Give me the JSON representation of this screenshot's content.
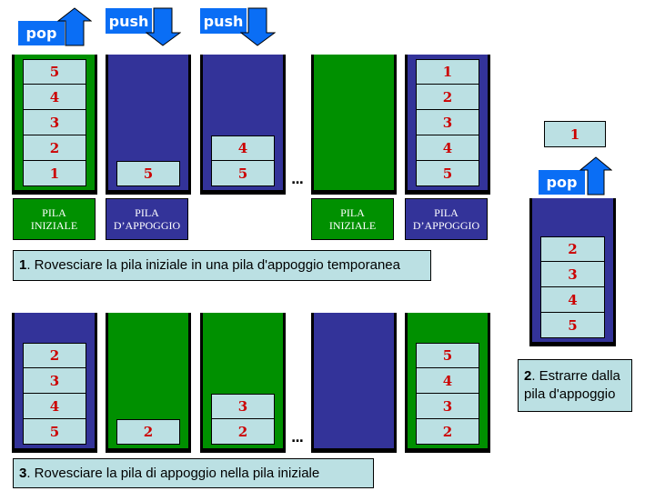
{
  "operations": {
    "pop": "pop",
    "push": "push"
  },
  "labels": {
    "initial": "PILA\nINIZIALE",
    "temp": "PILA\nD’APPOGGIO"
  },
  "ellipsis": "...",
  "colors": {
    "initial_stack": "#009000",
    "temp_stack": "#333399",
    "cell": "#bbe0e3",
    "cell_text": "#cc0000",
    "operation": "#0a6ef5"
  },
  "phase1": {
    "stacks": [
      {
        "kind": "initial",
        "items": [
          "5",
          "4",
          "3",
          "2",
          "1"
        ]
      },
      {
        "kind": "temp",
        "items": [
          "5"
        ]
      },
      {
        "kind": "temp",
        "items": [
          "4",
          "5"
        ]
      },
      {
        "kind": "initial",
        "items": []
      },
      {
        "kind": "temp",
        "items": [
          "1",
          "2",
          "3",
          "4",
          "5"
        ]
      }
    ],
    "caption_num": "1",
    "caption_text": ". Rovesciare la pila iniziale in una pila d'appoggio temporanea"
  },
  "phase2": {
    "popped": "1",
    "stack": {
      "kind": "temp",
      "items": [
        "2",
        "3",
        "4",
        "5"
      ]
    },
    "caption_num": "2",
    "caption_text_line1": ". Estrarre dalla",
    "caption_text_line2": "pila d'appoggio"
  },
  "phase3": {
    "stacks": [
      {
        "kind": "temp",
        "items": [
          "2",
          "3",
          "4",
          "5"
        ]
      },
      {
        "kind": "initial",
        "items": [
          "2"
        ]
      },
      {
        "kind": "initial",
        "items": [
          "3",
          "2"
        ]
      },
      {
        "kind": "temp",
        "items": []
      },
      {
        "kind": "initial",
        "items": [
          "5",
          "4",
          "3",
          "2"
        ]
      }
    ],
    "caption_num": "3",
    "caption_text": ". Rovesciare la pila di appoggio nella pila iniziale"
  }
}
